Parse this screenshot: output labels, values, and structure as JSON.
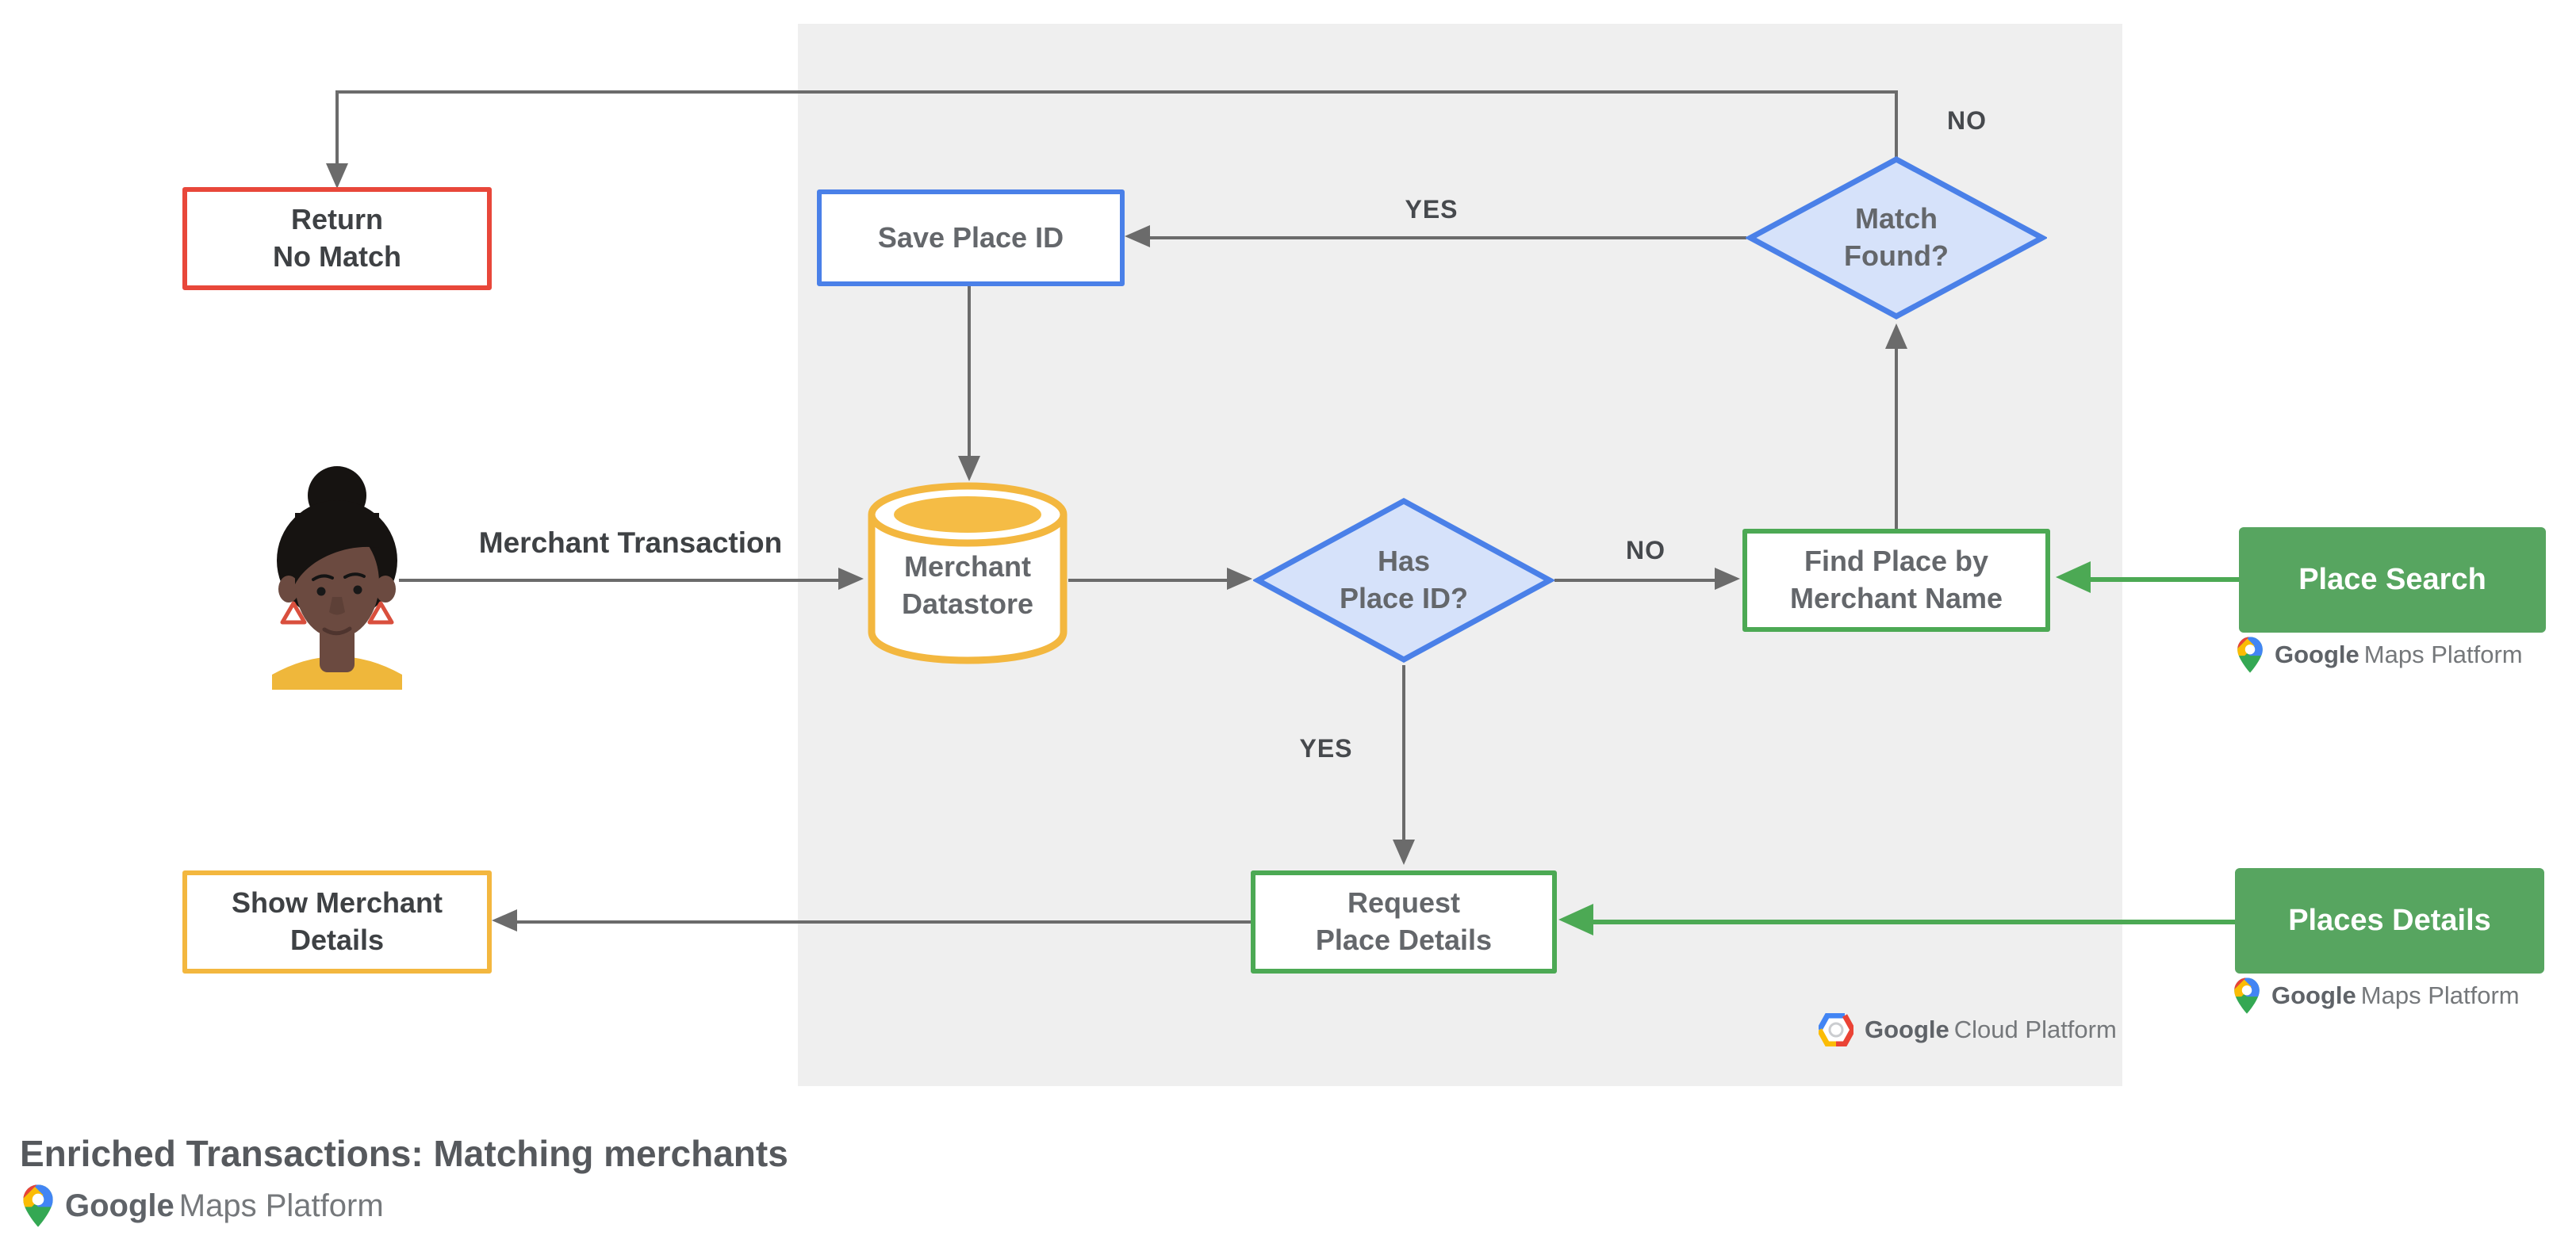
{
  "title": "Enriched Transactions: Matching merchants",
  "nodes": {
    "return_no_match": {
      "line1": "Return",
      "line2": "No Match"
    },
    "save_place_id": {
      "label": "Save Place ID"
    },
    "match_found": {
      "line1": "Match",
      "line2": "Found?"
    },
    "merchant_datastore": {
      "line1": "Merchant",
      "line2": "Datastore"
    },
    "has_place_id": {
      "line1": "Has",
      "line2": "Place ID?"
    },
    "find_place_by_merchant_name": {
      "line1": "Find Place by",
      "line2": "Merchant Name"
    },
    "place_search": {
      "label": "Place Search"
    },
    "show_merchant_details": {
      "line1": "Show Merchant",
      "line2": "Details"
    },
    "request_place_details": {
      "line1": "Request",
      "line2": "Place Details"
    },
    "places_details": {
      "label": "Places Details"
    }
  },
  "edges": {
    "merchant_transaction": "Merchant Transaction",
    "no_match_found": "NO",
    "yes_match_found": "YES",
    "no_has_place_id": "NO",
    "yes_has_place_id": "YES"
  },
  "logos": {
    "google_maps_platform": {
      "brand": "Google",
      "product": "Maps Platform"
    },
    "google_cloud_platform": {
      "brand": "Google",
      "product": "Cloud Platform"
    }
  },
  "colors": {
    "red": "#E8473A",
    "blue": "#4A80E8",
    "blue_fill": "#D6E2FA",
    "yellow": "#F3B73F",
    "green": "#4CA954",
    "green_fill": "#57A560",
    "line_gray": "#6B6B6B",
    "panel_bg": "#EFEFEF",
    "text_dark": "#3E4144",
    "text_mid": "#64676B"
  }
}
